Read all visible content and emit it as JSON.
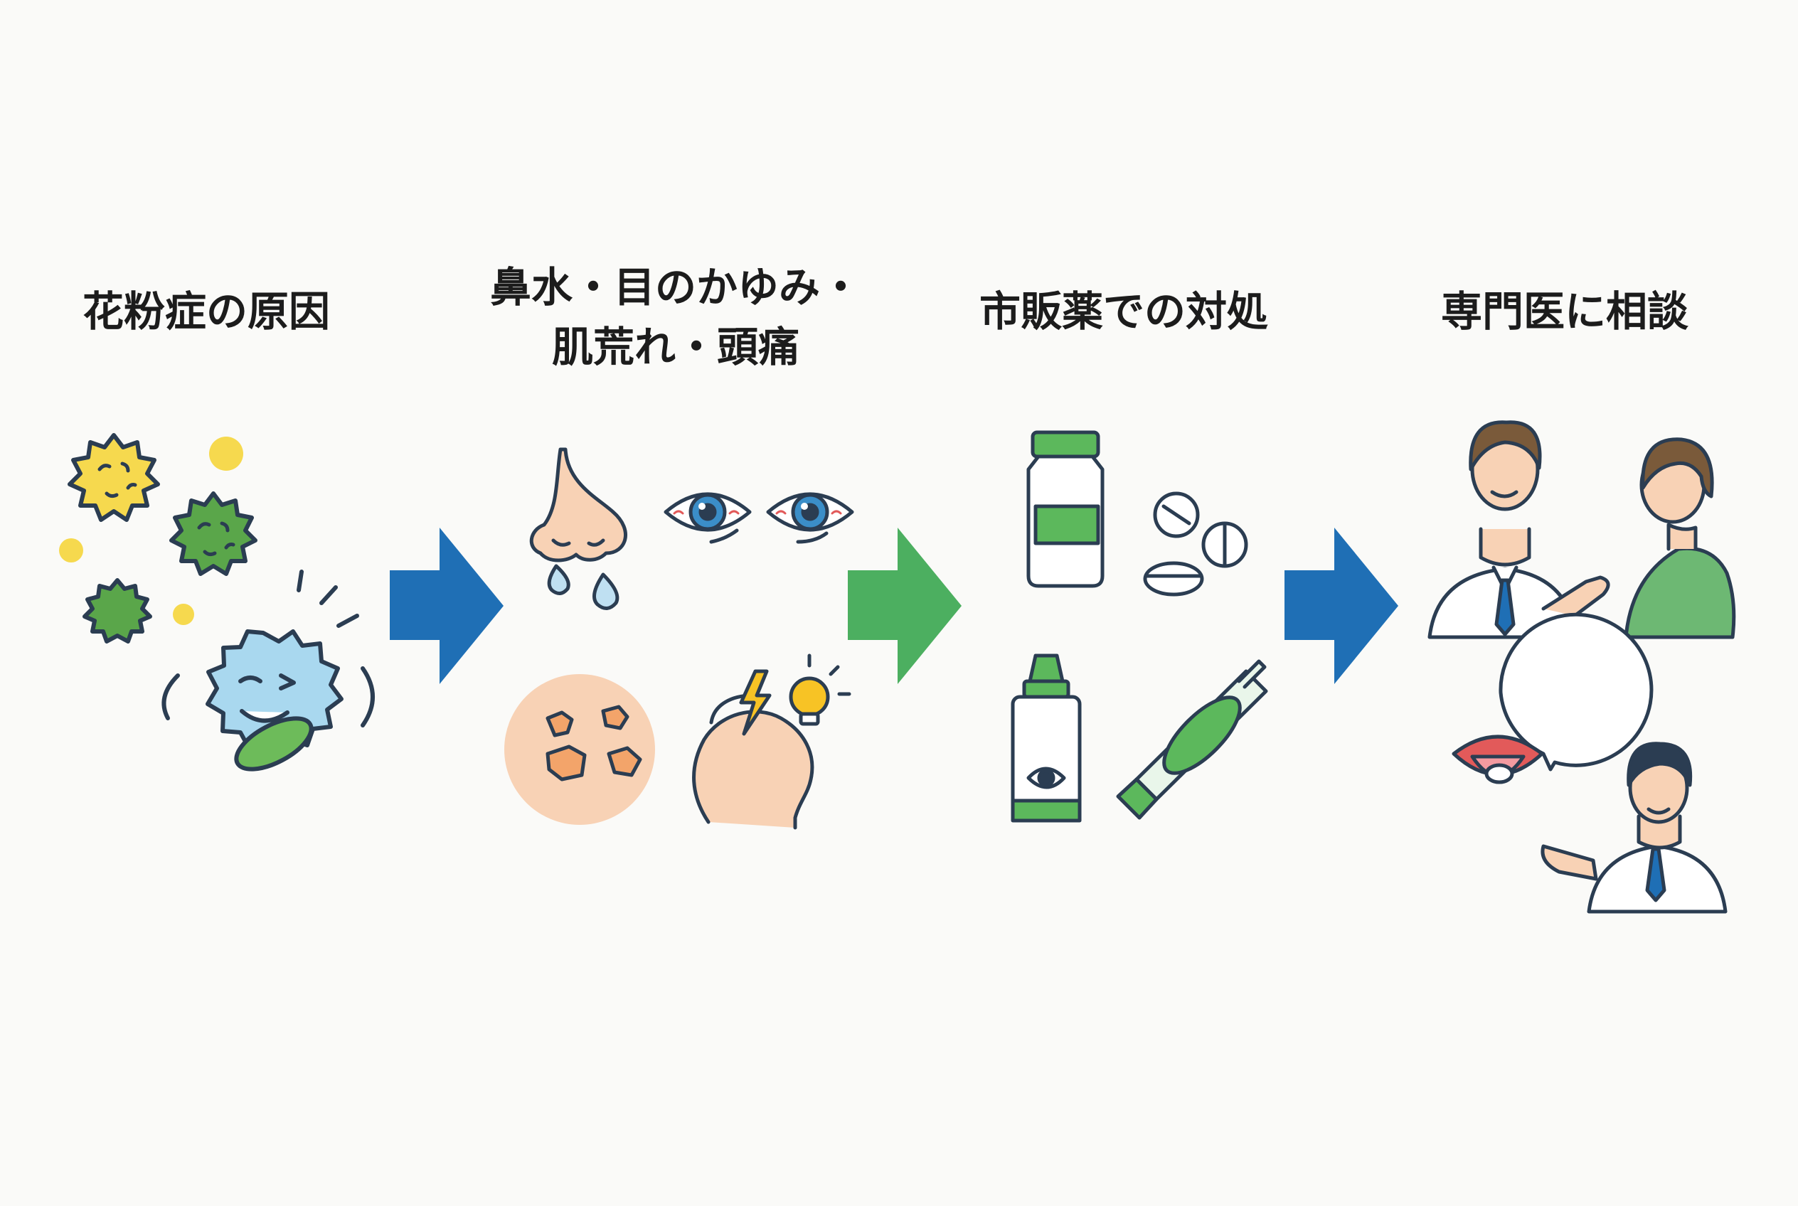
{
  "steps": [
    {
      "title_lines": [
        "花粉症の原因"
      ],
      "illustration": "pollen-and-allergen-character",
      "accent": "#2e8b57"
    },
    {
      "title_lines": [
        "鼻水・目のかゆみ・",
        "肌荒れ・頭痛"
      ],
      "illustration": "nose-eyes-skin-headache-symptoms",
      "accent": "#f4c7a8"
    },
    {
      "title_lines": [
        "市販薬での対処"
      ],
      "illustration": "medicine-bottle-tablets-eyedrops-ointment",
      "accent": "#5cb85c"
    },
    {
      "title_lines": [
        "専門医に相談"
      ],
      "illustration": "doctor-consultation",
      "accent": "#6db873"
    }
  ],
  "arrows": [
    {
      "from": 1,
      "to": 2,
      "color": "#1f6fb5"
    },
    {
      "from": 2,
      "to": 3,
      "color": "#4caf60"
    },
    {
      "from": 3,
      "to": 4,
      "color": "#1f6fb5"
    }
  ],
  "colors": {
    "outline": "#2b3d52",
    "pollen_yellow": "#f6d94e",
    "pollen_green": "#5aa64a",
    "allergen_blue": "#a9d8ef",
    "skin": "#f8d2b5",
    "doctor_coat": "#ffffff",
    "tie": "#1f6fb5",
    "lightning": "#f7c325"
  }
}
